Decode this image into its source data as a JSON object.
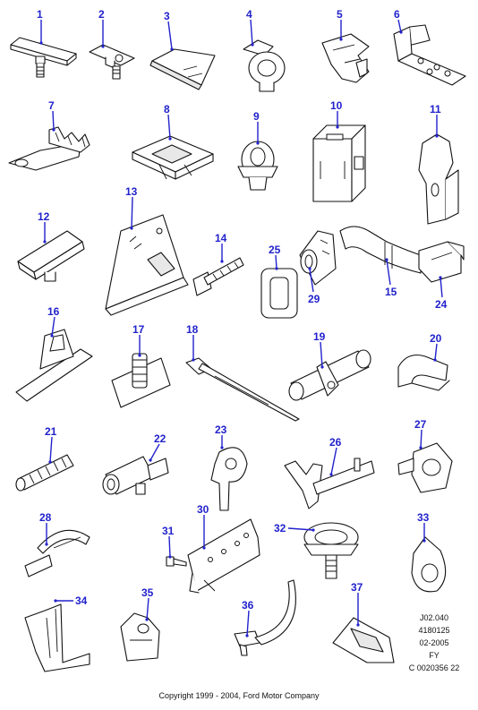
{
  "callouts": [
    "1",
    "2",
    "3",
    "4",
    "5",
    "6",
    "7",
    "8",
    "9",
    "10",
    "11",
    "12",
    "13",
    "14",
    "15",
    "16",
    "17",
    "18",
    "19",
    "20",
    "21",
    "22",
    "23",
    "24",
    "25",
    "26",
    "27",
    "28",
    "29",
    "30",
    "31",
    "32",
    "33",
    "34",
    "35",
    "36",
    "37"
  ],
  "reference": {
    "code": "J02.040",
    "part_number": "4180125",
    "date": "02-2005",
    "model": "FY",
    "catalog": "C 0020356 22"
  },
  "copyright": "Copyright 1999 - 2004, Ford Motor Company",
  "colors": {
    "callout": "#2222cc",
    "line": "#111111"
  }
}
